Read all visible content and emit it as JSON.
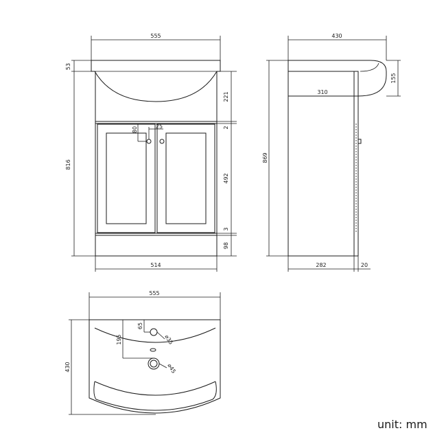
{
  "front": {
    "width_top": "555",
    "basin_lip": "53",
    "total_height": "816",
    "top_panel": "221",
    "gap_top": "2",
    "door_height": "492",
    "gap_bottom": "3",
    "plinth": "98",
    "bottom_width": "514",
    "handle_v": "80",
    "handle_h": "25"
  },
  "side": {
    "depth_top": "430",
    "basin_height": "155",
    "cabinet_depth_top": "310",
    "total_height": "869",
    "cabinet_depth_bottom": "282",
    "door_thickness": "20"
  },
  "plan": {
    "width": "555",
    "depth": "430",
    "tap_offset": "65",
    "tap_hole": "⌀35",
    "waste_offset": "195",
    "waste_hole": "⌀45"
  },
  "unit_label": "unit: mm"
}
